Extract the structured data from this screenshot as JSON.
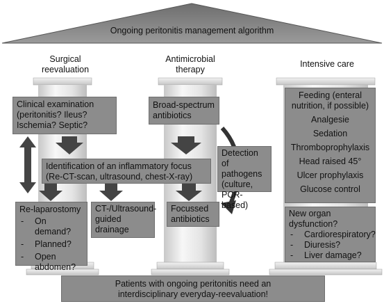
{
  "title": "Ongoing peritonitis management algorithm",
  "pillars": {
    "surgical": {
      "header": [
        "Surgical",
        "reevaluation"
      ],
      "clinical_exam": [
        "Clinical examination",
        "(peritonitis? Ileus?",
        "Ischemia? Septic?"
      ],
      "relaparotomy_title": "Re-laparostomy",
      "relaparotomy_items": [
        "On demand?",
        "Planned?",
        "Open abdomen?"
      ],
      "drainage": [
        "CT-/Ultrasound-",
        "guided",
        "drainage"
      ]
    },
    "antimicrobial": {
      "header": [
        "Antimicrobial",
        "therapy"
      ],
      "broad_spectrum": [
        "Broad-spectrum",
        "antibiotics"
      ],
      "detection": [
        "Detection of",
        "pathogens",
        "(culture,",
        "PCR-based)"
      ],
      "focussed": [
        "Focussed",
        "antibiotics"
      ]
    },
    "intensive": {
      "header": "Intensive care",
      "items": [
        "Feeding (enteral nutrition, if possible)",
        "Analgesie",
        "Sedation",
        "Thromboprophylaxis",
        "Head raised 45°",
        "Ulcer prophylaxis",
        "Glucose control"
      ],
      "new_organ_title": [
        "New organ",
        "dysfunction?"
      ],
      "new_organ_items": [
        "Cardiorespiratory?",
        "Diuresis?",
        "Liver damage?"
      ]
    }
  },
  "inflammatory_focus": [
    "Identification of an inflammatory focus",
    "(Re-CT-scan, ultrasound, chest-X-ray)"
  ],
  "footer": [
    "Patients with ongoing peritonitis need an",
    "interdisciplinary everyday-reevaluation!"
  ]
}
